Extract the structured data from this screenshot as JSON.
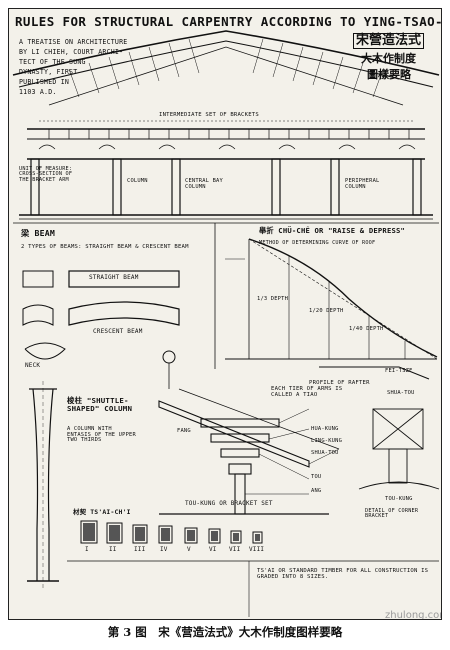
{
  "title": "RULES FOR STRUCTURAL CARPENTRY ACCORDING TO YING-TSAO-FA-SHIH.",
  "chinese_title": [
    "宋營造法式",
    "大木作制度",
    "圖樣要略"
  ],
  "treatise": [
    "A TREATISE ON ARCHITECTURE",
    "BY LI CHIEH, COURT ARCHI-",
    "TECT OF THE SUNG",
    "DYNASTY, FIRST",
    "PUBLISHED IN",
    "1103 A.D."
  ],
  "elevation": {
    "brackets": "INTERMEDIATE SET OF BRACKETS",
    "columns": [
      "COLUMN",
      "CENTRAL BAY COLUMN",
      "PERIPHERAL COLUMN"
    ],
    "left_note": "UNIT OF MEASURE: CROSS-SECTION OF THE BRACKET ARM"
  },
  "beam": {
    "heading": "梁 BEAM",
    "types": "2 TYPES OF BEAMS: STRAIGHT BEAM & CRESCENT BEAM",
    "straight": "STRAIGHT BEAM",
    "crescent": "CRESCENT BEAM",
    "neck": "NECK"
  },
  "juzhe": {
    "heading": "舉折 CHÜ-CHÊ OR \"RAISE & DEPRESS\"",
    "note1": "METHOD OF DETERMINING CURVE OF ROOF",
    "note2": "1/3 DEPTH",
    "note3": "1/20 DEPTH",
    "note4": "1/40 DEPTH",
    "rafter": "PROFILE OF RAFTER"
  },
  "shuttle": {
    "heading": "梭柱 \"SHUTTLE-SHAPED\" COLUMN",
    "note": "A COLUMN WITH ENTASIS OF THE UPPER TWO THIRDS"
  },
  "bracket": {
    "heading": "EACH TIER OF ARMS IS CALLED A TIAO",
    "set": "TOU-KUNG OR BRACKET SET",
    "labels": [
      "FANG",
      "HUA-KUNG",
      "LING-KUNG",
      "SHUA-TOU",
      "TOU",
      "ANG"
    ]
  },
  "sizes": {
    "heading": "材契 TS'AI-CH'I",
    "grades": [
      "I",
      "II",
      "III",
      "IV",
      "V",
      "VI",
      "VII",
      "VIII"
    ],
    "note": "TS'AI OR STANDARD TIMBER FOR ALL CONSTRUCTION IS GRADED INTO 8 SIZES."
  },
  "right_notes": [
    "FEI-TSZE",
    "SHUA-TOU",
    "TOU-KUNG",
    "DETAIL OF CORNER BRACKET"
  ],
  "caption": "第 3 图　宋《营造法式》大木作制度图样要略",
  "watermark": "zhulong.com"
}
